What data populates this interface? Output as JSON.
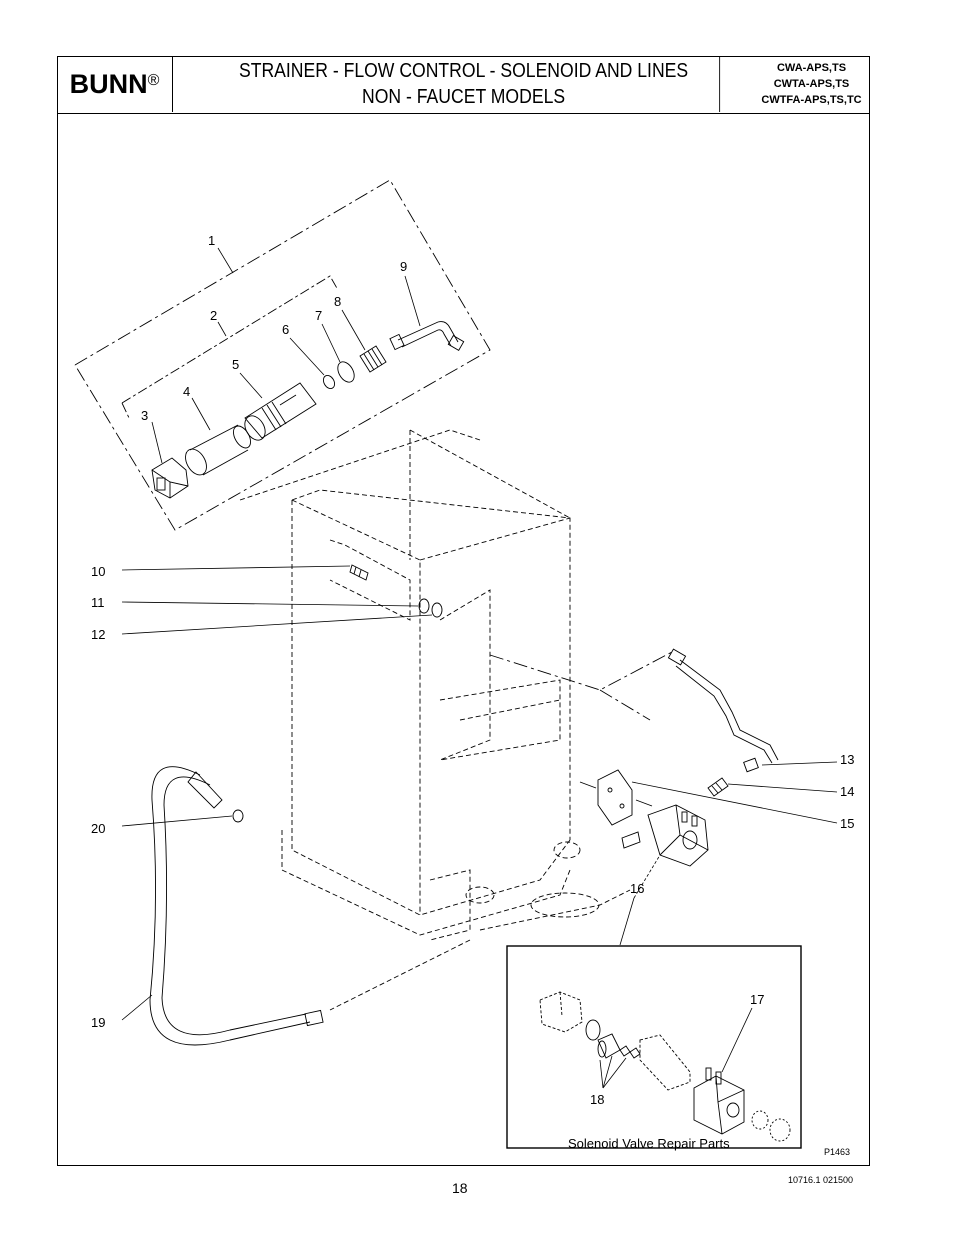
{
  "header": {
    "brand": "BUNN",
    "brand_mark": "®",
    "title_line1": "STRAINER - FLOW CONTROL - SOLENOID AND LINES",
    "title_line2": "NON - FAUCET MODELS",
    "models": [
      "CWA-APS,TS",
      "CWTA-APS,TS",
      "CWTFA-APS,TS,TC"
    ]
  },
  "callouts": {
    "c1": "1",
    "c2": "2",
    "c3": "3",
    "c4": "4",
    "c5": "5",
    "c6": "6",
    "c7": "7",
    "c8": "8",
    "c9": "9",
    "c10": "10",
    "c11": "11",
    "c12": "12",
    "c13": "13",
    "c14": "14",
    "c15": "15",
    "c16": "16",
    "c17": "17",
    "c18": "18",
    "c19": "19",
    "c20": "20"
  },
  "repair_box": {
    "caption": "Solenoid Valve Repair Parts"
  },
  "footer": {
    "page_number": "18",
    "doc_code": "10716.1 021500",
    "figure_code": "P1463"
  }
}
